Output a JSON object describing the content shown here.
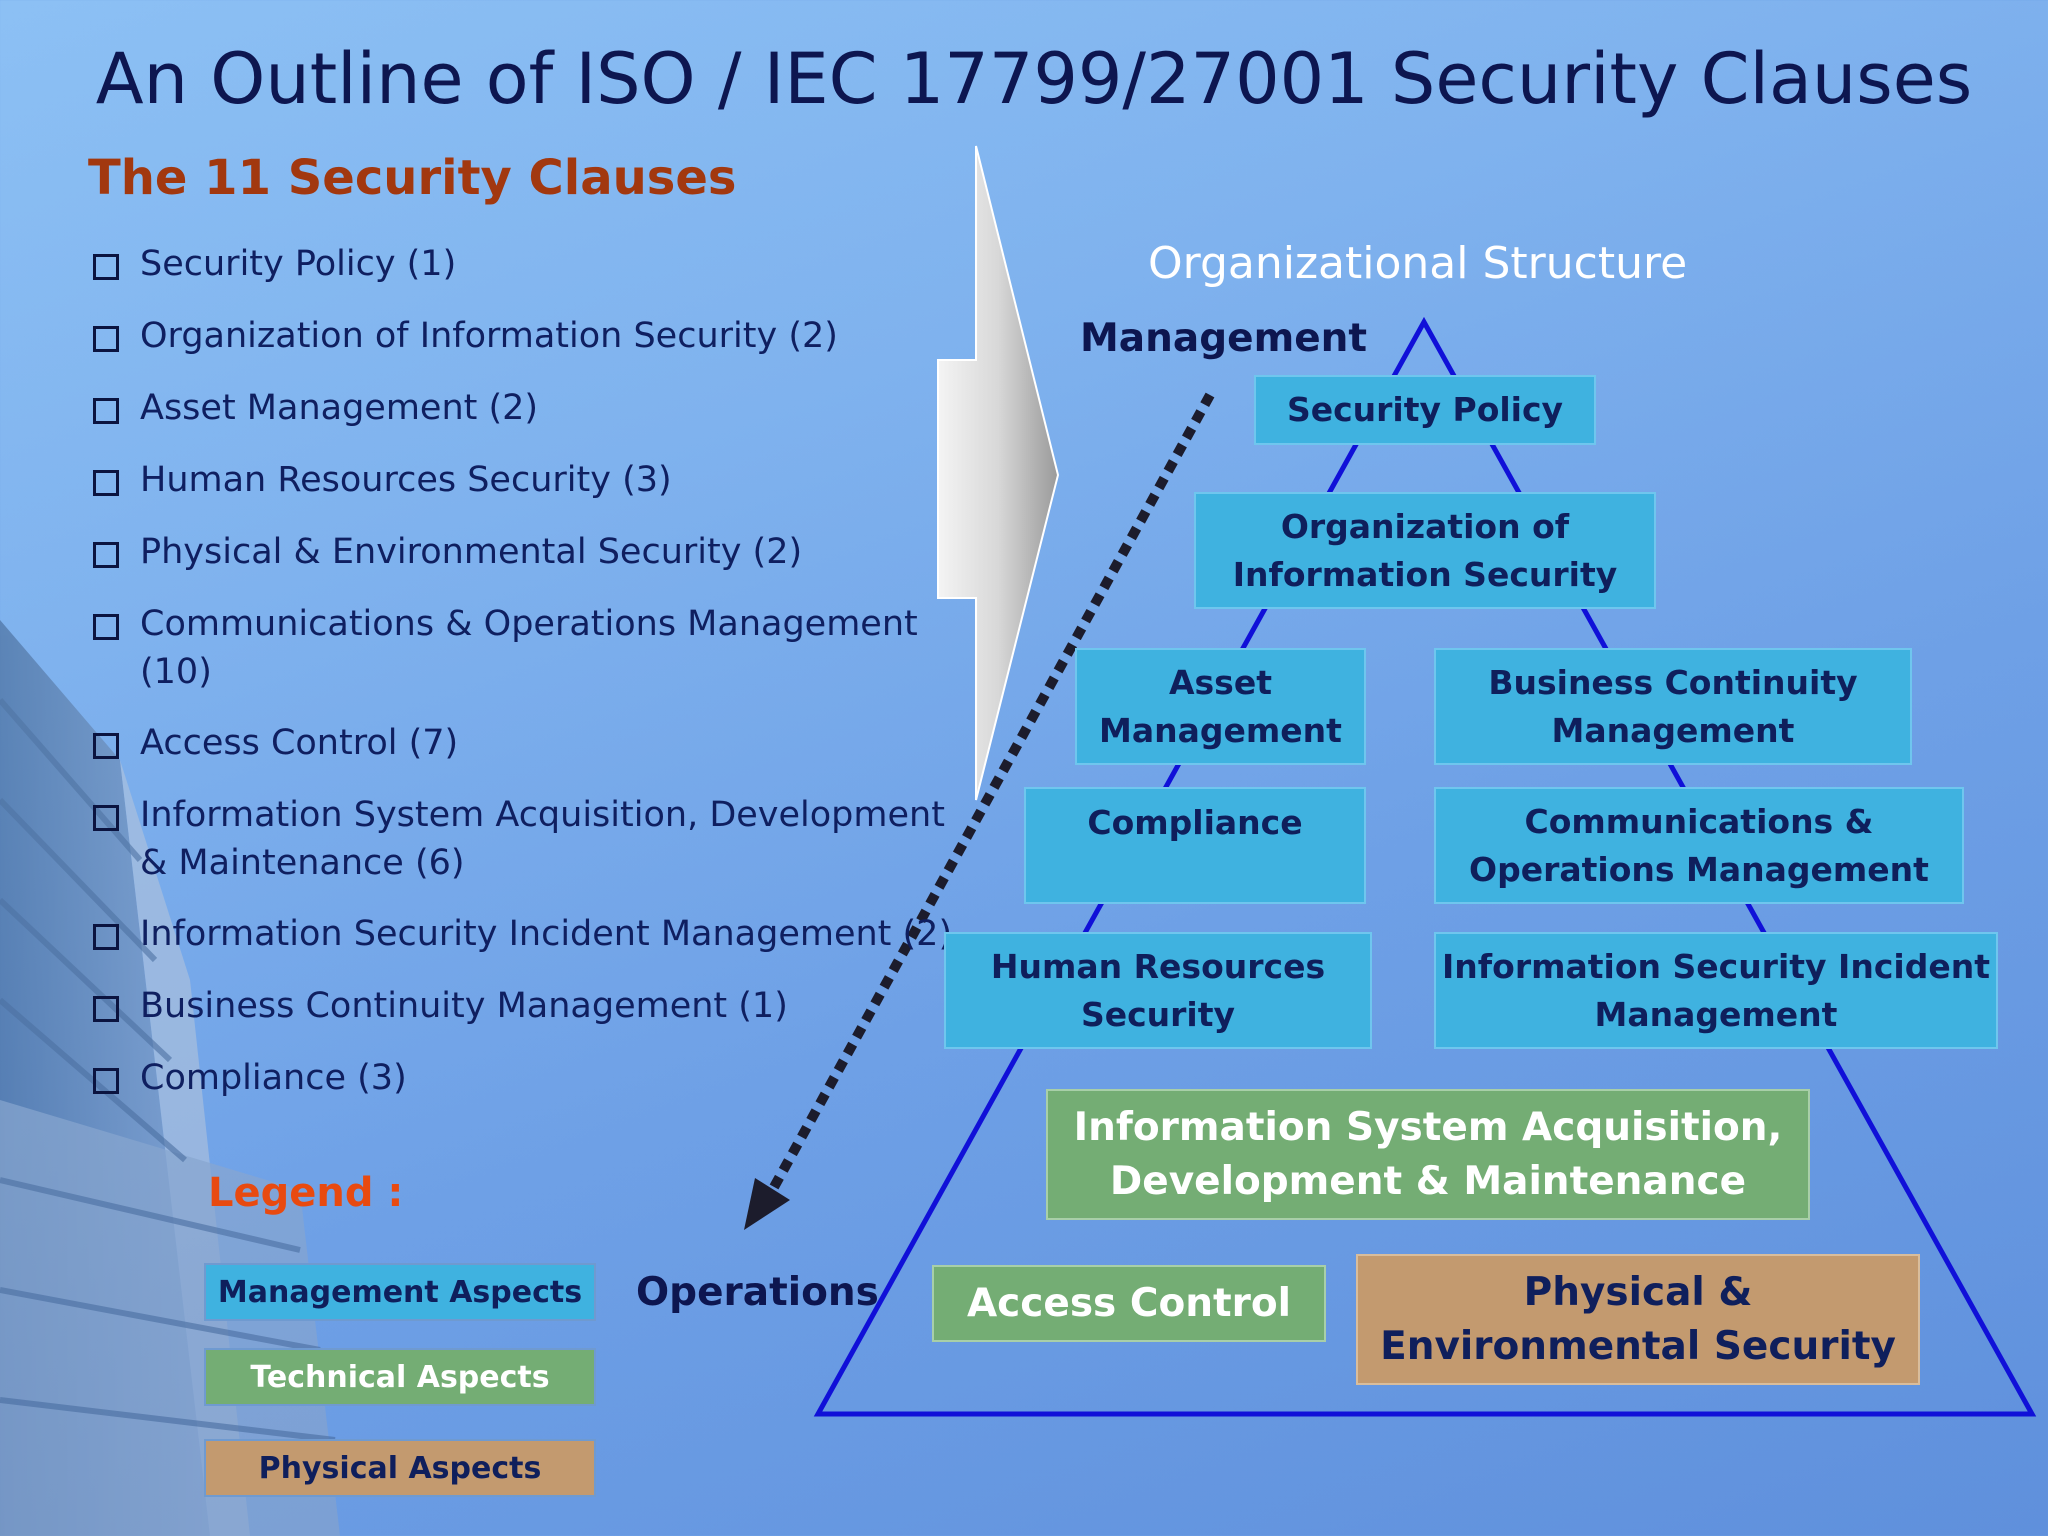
{
  "title": "An Outline of ISO / IEC 17799/27001 Security Clauses",
  "clauses": {
    "heading": "The 11 Security Clauses",
    "items": [
      "Security Policy (1)",
      "Organization of Information Security (2)",
      "Asset Management (2)",
      "Human Resources Security (3)",
      "Physical & Environmental Security (2)",
      "Communications & Operations Management (10)",
      "Access Control (7)",
      "Information System Acquisition, Development & Maintenance (6)",
      "Information Security Incident Management (2)",
      "Business Continuity Management (1)",
      "Compliance (3)"
    ]
  },
  "legend": {
    "title": "Legend :",
    "management": "Management Aspects",
    "technical": "Technical Aspects",
    "physical": "Physical Aspects"
  },
  "structure": {
    "title": "Organizational Structure",
    "top_label": "Management",
    "bottom_label": "Operations",
    "boxes": {
      "security_policy": "Security Policy",
      "org_infosec_1": "Organization of",
      "org_infosec_2": "Information Security",
      "asset_1": "Asset",
      "asset_2": "Management",
      "bcm_1": "Business Continuity",
      "bcm_2": "Management",
      "compliance": "Compliance",
      "comms_1": "Communications &",
      "comms_2": "Operations Management",
      "hr_1": "Human Resources",
      "hr_2": "Security",
      "isim_1": "Information Security Incident",
      "isim_2": "Management",
      "isadm_1": "Information System Acquisition,",
      "isadm_2": "Development & Maintenance",
      "access_control": "Access Control",
      "phys_1": "Physical &",
      "phys_2": "Environmental Security"
    }
  },
  "colors": {
    "management": "#3fb2e0",
    "technical": "#74ad74",
    "physical": "#c39a6f",
    "pyramid_line": "#1010d8"
  }
}
